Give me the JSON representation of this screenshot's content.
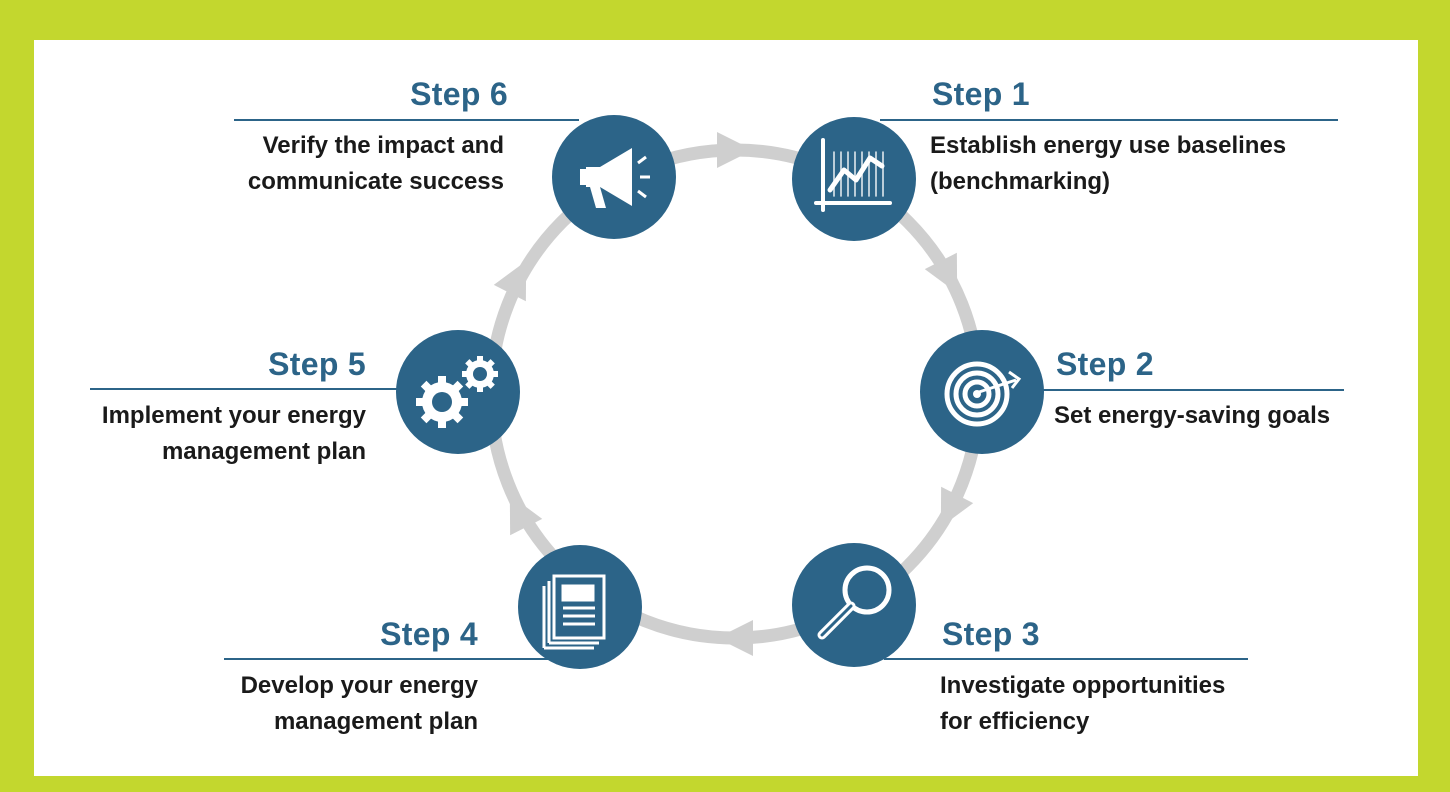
{
  "steps": [
    {
      "label": "Step 1",
      "desc_lines": [
        "Establish energy use baselines",
        "(benchmarking)"
      ],
      "icon": "chart-icon"
    },
    {
      "label": "Step 2",
      "desc_lines": [
        "Set energy-saving goals"
      ],
      "icon": "target-icon"
    },
    {
      "label": "Step 3",
      "desc_lines": [
        "Investigate opportunities",
        "for efficiency"
      ],
      "icon": "magnifier-icon"
    },
    {
      "label": "Step 4",
      "desc_lines": [
        "Develop your energy",
        "management plan"
      ],
      "icon": "document-icon"
    },
    {
      "label": "Step 5",
      "desc_lines": [
        "Implement your energy",
        "management plan"
      ],
      "icon": "gears-icon"
    },
    {
      "label": "Step 6",
      "desc_lines": [
        "Verify the impact and",
        "communicate success"
      ],
      "icon": "megaphone-icon"
    }
  ],
  "colors": {
    "border": "#c3d72e",
    "node": "#2c6488",
    "arrow": "#cfcfcf",
    "title": "#2c6488",
    "text": "#1a1a1a"
  }
}
